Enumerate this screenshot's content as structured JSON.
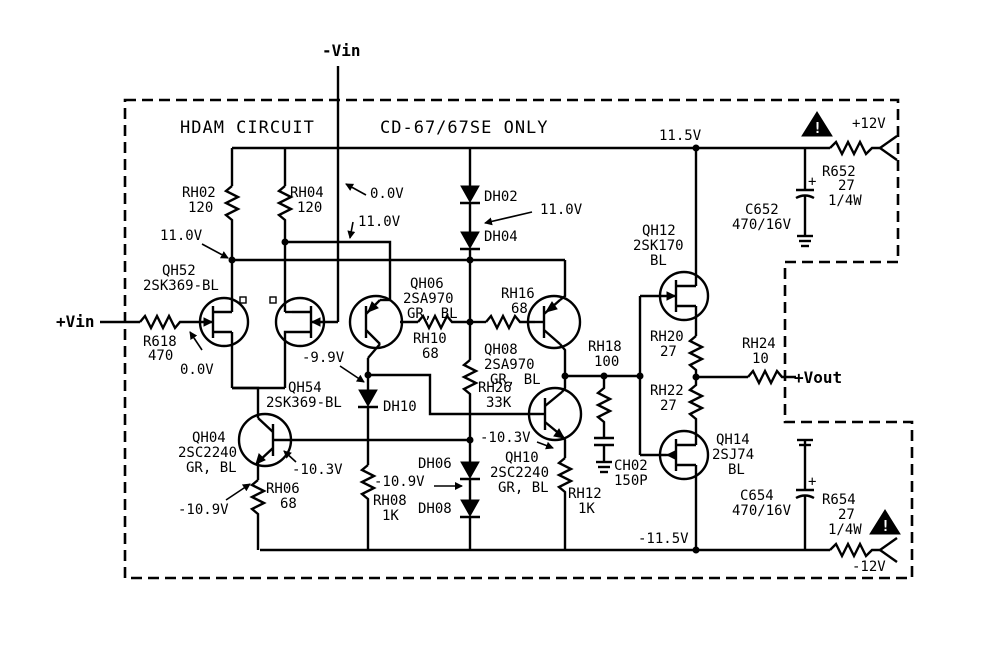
{
  "title": "HDAM CIRCUIT",
  "model": "CD-67/67SE ONLY",
  "rails": {
    "positive_in": "+12V",
    "negative_in": "-12V",
    "positive_node": "11.5V",
    "negative_node": "-11.5V"
  },
  "io": {
    "input_pos": "+Vin",
    "input_neg": "-Vin",
    "output": "+Vout"
  },
  "components": {
    "RH02": {
      "ref": "RH02",
      "value": "120"
    },
    "RH04": {
      "ref": "RH04",
      "value": "120"
    },
    "QH52": {
      "ref": "QH52",
      "type": "2SK369-BL"
    },
    "R618": {
      "ref": "R618",
      "value": "470"
    },
    "QH54": {
      "ref": "QH54",
      "type": "2SK369-BL"
    },
    "QH06": {
      "ref": "QH06",
      "type": "2SA970",
      "grade": "GR, BL"
    },
    "RH10": {
      "ref": "RH10",
      "value": "68"
    },
    "RH16": {
      "ref": "RH16",
      "value": "68"
    },
    "QH08": {
      "ref": "QH08",
      "type": "2SA970",
      "grade": "GR, BL"
    },
    "RH26": {
      "ref": "RH26",
      "value": "33K"
    },
    "DH02": {
      "ref": "DH02"
    },
    "DH04": {
      "ref": "DH04"
    },
    "DH06": {
      "ref": "DH06"
    },
    "DH08": {
      "ref": "DH08"
    },
    "DH10": {
      "ref": "DH10"
    },
    "QH04": {
      "ref": "QH04",
      "type": "2SC2240",
      "grade": "GR, BL"
    },
    "RH06": {
      "ref": "RH06",
      "value": "68"
    },
    "RH08": {
      "ref": "RH08",
      "value": "1K"
    },
    "QH10": {
      "ref": "QH10",
      "type": "2SC2240",
      "grade": "GR, BL"
    },
    "RH12": {
      "ref": "RH12",
      "value": "1K"
    },
    "RH18": {
      "ref": "RH18",
      "value": "100"
    },
    "CH02": {
      "ref": "CH02",
      "value": "150P"
    },
    "QH12": {
      "ref": "QH12",
      "type": "2SK170",
      "grade": "BL"
    },
    "QH14": {
      "ref": "QH14",
      "type": "2SJ74",
      "grade": "BL"
    },
    "RH20": {
      "ref": "RH20",
      "value": "27"
    },
    "RH22": {
      "ref": "RH22",
      "value": "27"
    },
    "RH24": {
      "ref": "RH24",
      "value": "10"
    },
    "R652": {
      "ref": "R652",
      "value": "27",
      "rating": "1/4W"
    },
    "R654": {
      "ref": "R654",
      "value": "27",
      "rating": "1/4W"
    },
    "C652": {
      "ref": "C652",
      "value": "470/16V"
    },
    "C654": {
      "ref": "C654",
      "value": "470/16V"
    }
  },
  "voltages": {
    "v_rh04_top": "0.0V",
    "v_top_mid": "11.0V",
    "v_dh02": "11.0V",
    "v_left_11": "11.0V",
    "v_qh52_gate": "0.0V",
    "v_qh06_base": "-9.9V",
    "v_qh10_base": "-10.3V",
    "v_qh04_base": "-10.3V",
    "v_dh06": "-10.9V",
    "v_rh06": "-10.9V"
  },
  "warning_symbol": "!"
}
